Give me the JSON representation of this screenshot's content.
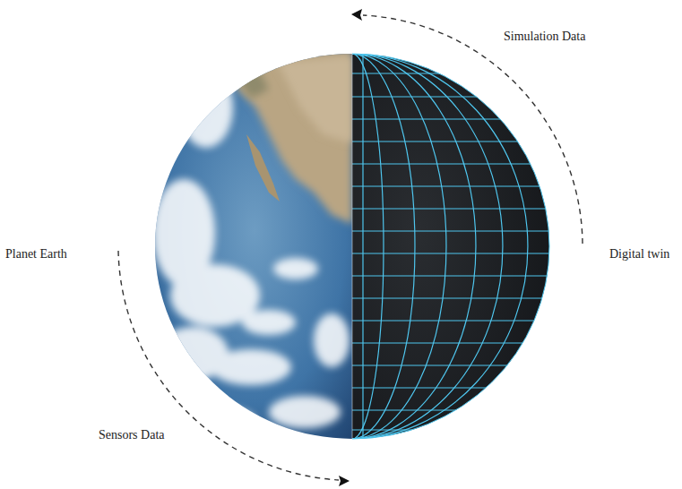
{
  "diagram": {
    "labels": [
      "Simulation Data",
      "Digital twin",
      "Planet Earth",
      "Sensors Data"
    ]
  }
}
